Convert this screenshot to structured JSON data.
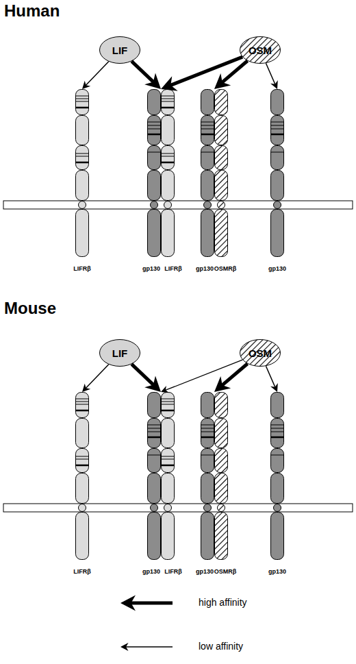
{
  "diagram": {
    "nodes": [
      {
        "text": [
          "LIF"
        ]
      },
      {
        "text": [
          "OSM"
        ]
      },
      {
        "text": [
          "LIFRβ"
        ]
      },
      {
        "text": [
          "gp130"
        ]
      },
      {
        "text": [
          "LIFRβ"
        ]
      },
      {
        "text": [
          "gp130"
        ]
      },
      {
        "text": [
          "OSMRβ"
        ]
      },
      {
        "text": [
          "gp130"
        ]
      },
      {
        "text": [
          "LIF"
        ]
      },
      {
        "text": [
          "OSM"
        ]
      },
      {
        "text": [
          "LIFRβ"
        ]
      },
      {
        "text": [
          "gp130"
        ]
      },
      {
        "text": [
          "LIFRβ"
        ]
      },
      {
        "text": [
          "gp130"
        ]
      },
      {
        "text": [
          "OSMRβ"
        ]
      },
      {
        "text": [
          "gp130"
        ]
      }
    ],
    "edges": [
      {
        "from": 0,
        "to": 2,
        "arrow": "to"
      },
      {
        "from": 0,
        "to": 3,
        "arrow": "to"
      },
      {
        "from": 1,
        "to": 4,
        "arrow": "to"
      },
      {
        "from": 1,
        "to": 6,
        "arrow": "to"
      },
      {
        "from": 1,
        "to": 7,
        "arrow": "to"
      },
      {
        "from": 8,
        "to": 10,
        "arrow": "to"
      },
      {
        "from": 8,
        "to": 11,
        "arrow": "to"
      },
      {
        "from": 9,
        "to": 12,
        "arrow": "to"
      },
      {
        "from": 9,
        "to": 14,
        "arrow": "to"
      },
      {
        "from": 9,
        "to": 15,
        "arrow": "to"
      }
    ],
    "labels": [
      "Human",
      "Mouse"
    ],
    "legend": [
      {
        "text": "high affinity"
      },
      {
        "text": "low affinity"
      }
    ]
  }
}
